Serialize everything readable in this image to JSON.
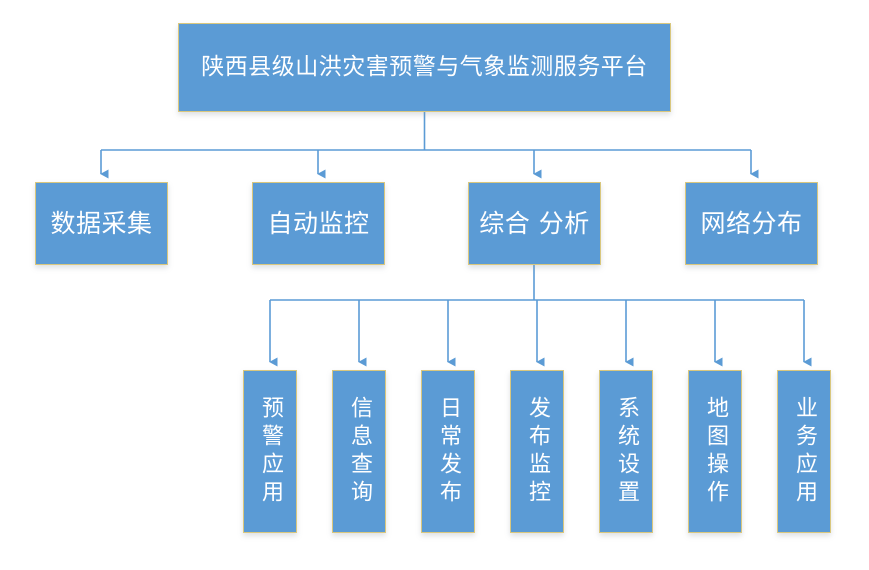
{
  "diagram": {
    "title_node": {
      "label": "陕西县级山洪灾害预警与气象监测服务平台",
      "name": "root-node"
    },
    "colors": {
      "node_fill": "#5B9BD5",
      "node_border": "#D9C77E",
      "node_text": "#FFFFFF",
      "connector": "#5B9BD5",
      "background": "#FFFFFF"
    },
    "level2": [
      {
        "label": "数据采集",
        "name": "node-data-collection"
      },
      {
        "label": "自动监控",
        "name": "node-auto-monitoring"
      },
      {
        "label": "综合 分析",
        "name": "node-comprehensive-analysis"
      },
      {
        "label": "网络分布",
        "name": "node-network-distribution"
      }
    ],
    "level3": [
      {
        "label": "预警应用",
        "name": "node-warning-application"
      },
      {
        "label": "信息查询",
        "name": "node-information-query"
      },
      {
        "label": "日常发布",
        "name": "node-daily-publishing"
      },
      {
        "label": "发布监控",
        "name": "node-publish-monitoring"
      },
      {
        "label": "系统设置",
        "name": "node-system-settings"
      },
      {
        "label": "地图操作",
        "name": "node-map-operation"
      },
      {
        "label": "业务应用",
        "name": "node-business-application"
      }
    ]
  }
}
